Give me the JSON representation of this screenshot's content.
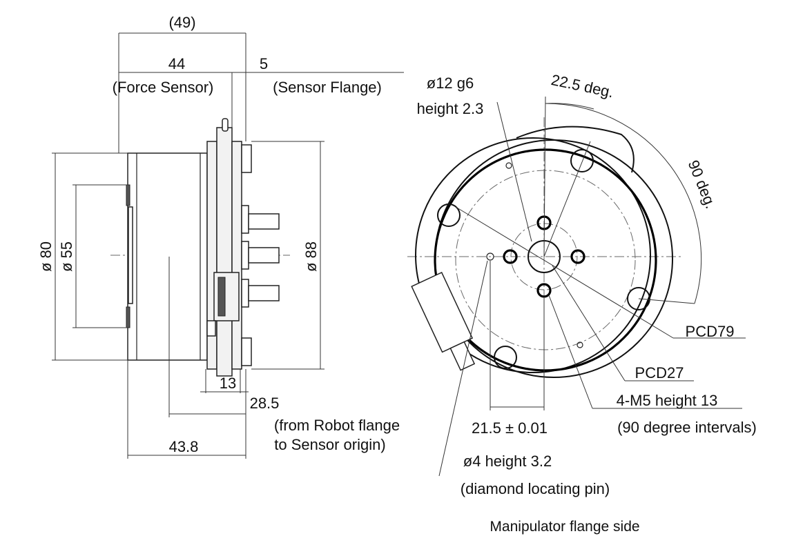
{
  "side_view": {
    "dim_overall": "(49)",
    "dim_force_sensor_len": "44",
    "dim_force_sensor_label": "(Force Sensor)",
    "dim_sensor_flange_len": "5",
    "dim_sensor_flange_label": "(Sensor Flange)",
    "dia_80": "ø 80",
    "dia_55": "ø 55",
    "dia_88": "ø 88",
    "dim_13": "13",
    "dim_28_5": "28.5",
    "dim_28_5_note_1": "(from Robot flange",
    "dim_28_5_note_2": "to Sensor origin)",
    "dim_43_8": "43.8"
  },
  "front_view": {
    "pin_dia": "ø12 g6",
    "pin_height": "height 2.3",
    "angle_22_5": "22.5 deg.",
    "angle_90": "90 deg.",
    "pcd79": "PCD79",
    "pcd27": "PCD27",
    "m5": "4-M5 height 13",
    "m5_note": "(90 degree intervals)",
    "dim_21_5": "21.5 ± 0.01",
    "pin4": "ø4 height 3.2",
    "pin4_note": "(diamond locating pin)",
    "caption": "Manipulator flange side"
  },
  "colors": {
    "ink": "#111111",
    "background": "#ffffff"
  }
}
